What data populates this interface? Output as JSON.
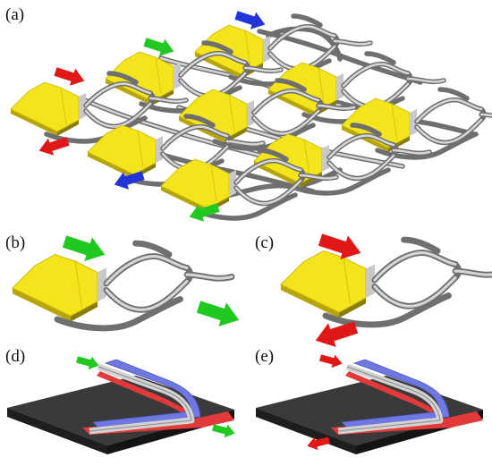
{
  "labels": {
    "a": "(a)",
    "b": "(b)",
    "c": "(c)",
    "d": "(d)",
    "e": "(e)"
  },
  "colors": {
    "pad_top": "#f5e61a",
    "pad_front": "#b8a80c",
    "pad_side": "#8f820a",
    "stripe": "#c6c6c6",
    "wire": "#9a9a9a",
    "arrow_green": "#22c822",
    "arrow_red": "#e01818",
    "arrow_blue": "#2236d8",
    "substrate_top": "#3a3a3a",
    "substrate_side": "#1c1c1c",
    "strip_red": "#e23a3a",
    "strip_blue": "#6f78e0",
    "strip_gray": "#d2d2d2"
  },
  "icons": [
    "green-arrow-icon",
    "red-arrow-icon",
    "blue-arrow-icon"
  ]
}
